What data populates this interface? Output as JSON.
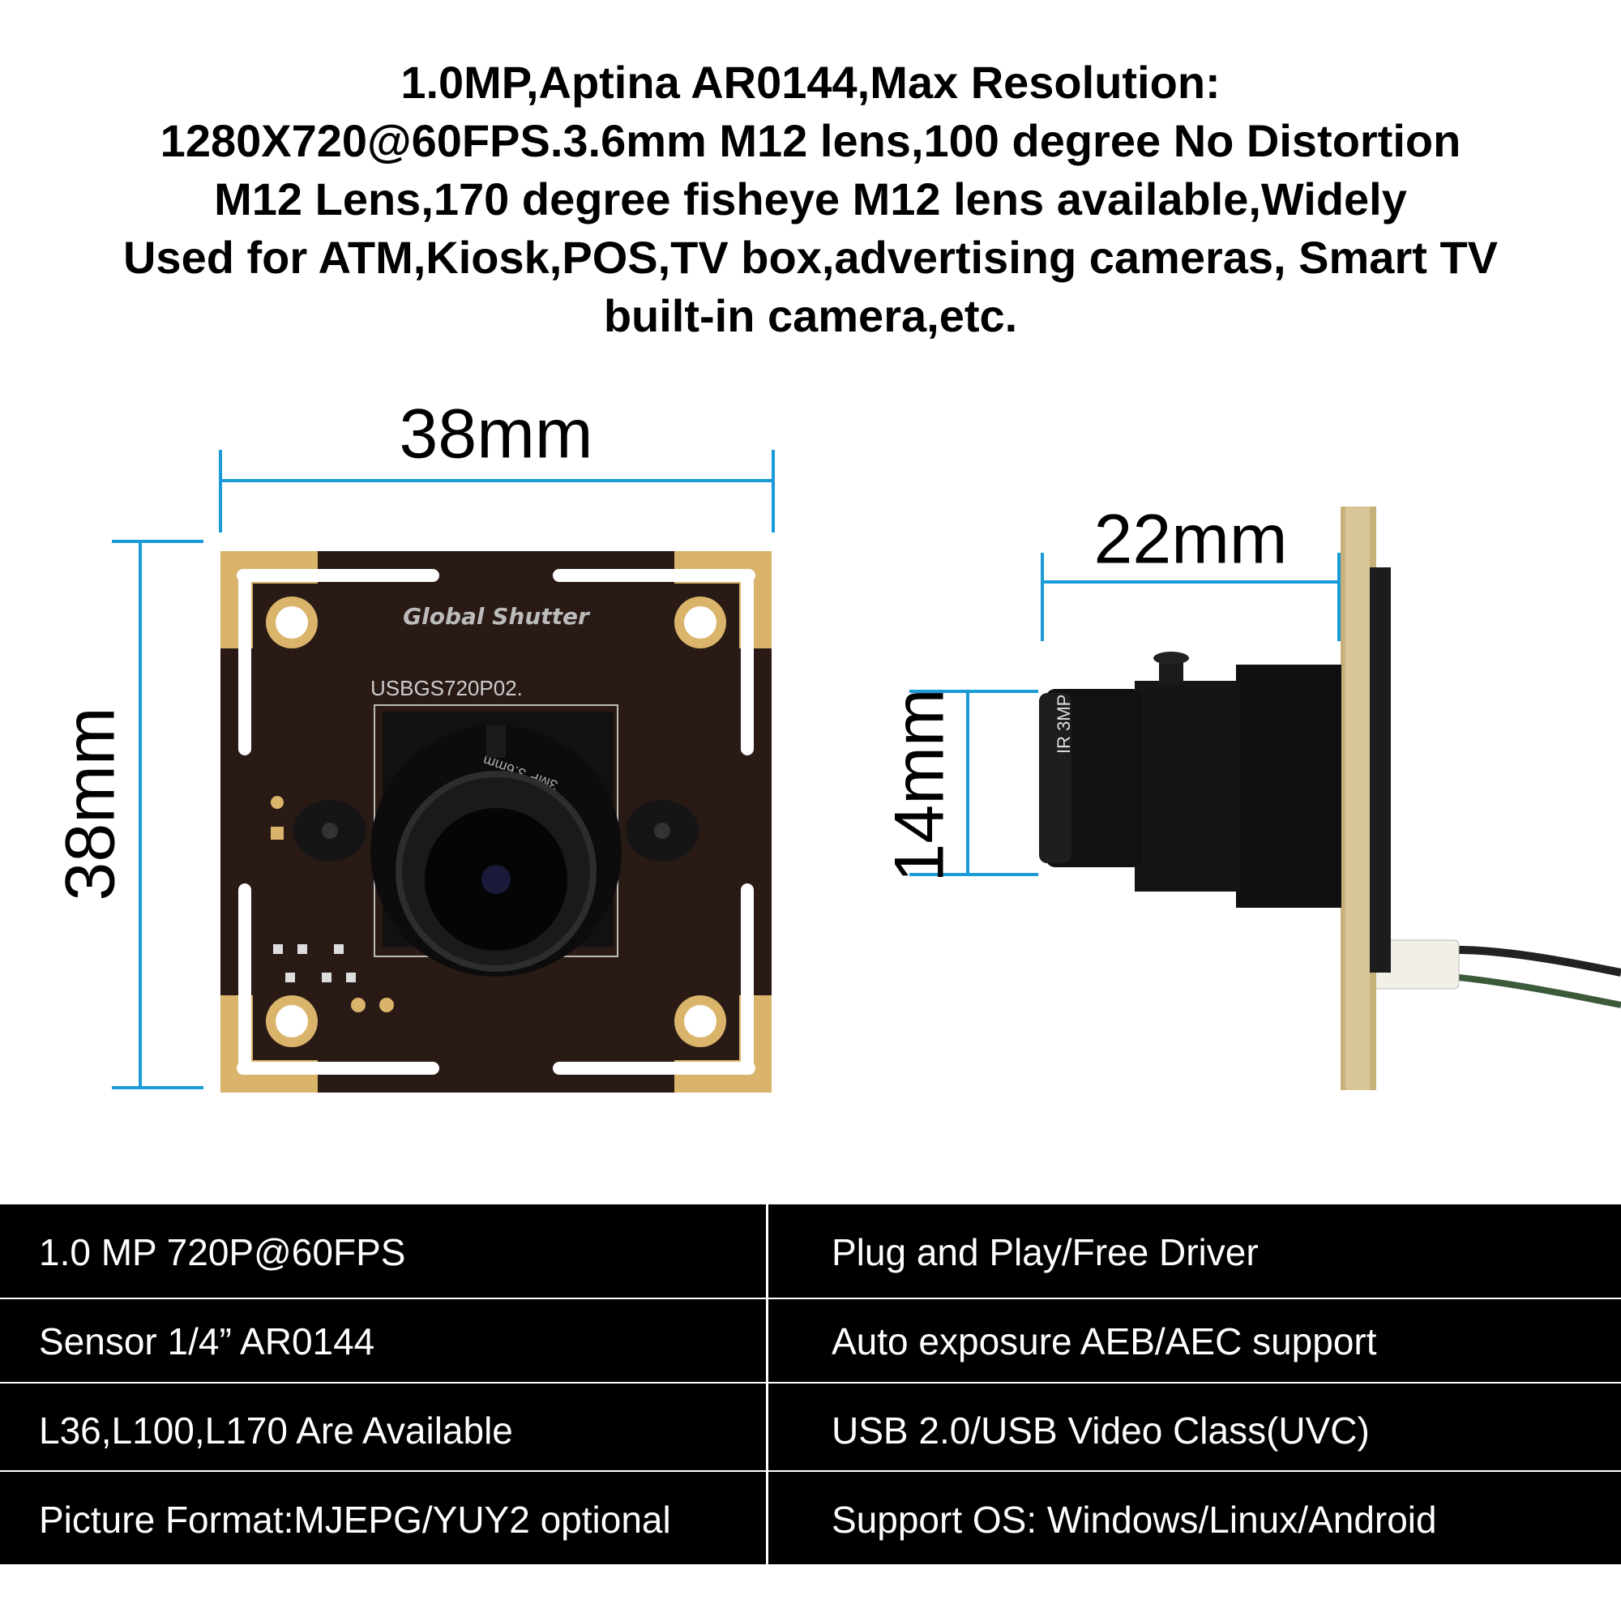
{
  "headline": {
    "lines": [
      "1.0MP,Aptina AR0144,Max Resolution:",
      "1280X720@60FPS.3.6mm M12 lens,100 degree No Distortion",
      "M12 Lens,170 degree fisheye M12 lens available,Widely",
      "Used for ATM,Kiosk,POS,TV box,advertising cameras, Smart TV",
      "built-in camera,etc."
    ]
  },
  "dimensions": {
    "front_width": "38mm",
    "front_height": "38mm",
    "side_depth": "22mm",
    "lens_diameter": "14mm",
    "line_color": "#1a9ad6"
  },
  "board": {
    "silkscreen_title": "Global Shutter",
    "model": "USBGS720P02.",
    "lens_marking": "3MP 3.6mm",
    "side_lens_marking": "IR 3MP"
  },
  "specs": {
    "left": [
      "1.0 MP 720P@60FPS",
      "Sensor 1/4” AR0144",
      "L36,L100,L170 Are Available",
      "Picture Format:MJEPG/YUY2 optional"
    ],
    "right": [
      "Plug and Play/Free Driver",
      "Auto exposure AEB/AEC support",
      "USB 2.0/USB Video Class(UVC)",
      "Support OS: Windows/Linux/Android"
    ]
  }
}
